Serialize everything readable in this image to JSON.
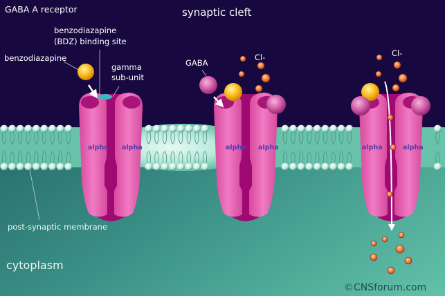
{
  "title": "GABA A receptor",
  "regions": {
    "synaptic_cleft": "synaptic cleft",
    "cytoplasm": "cytoplasm",
    "membrane": "post-synaptic membrane"
  },
  "labels": {
    "benzodiazapine": "benzodiazapine",
    "bdz_site_line1": "benzodiazapine",
    "bdz_site_line2": "(BDZ) binding site",
    "gamma_line1": "gamma",
    "gamma_line2": "sub-unit",
    "gaba": "GABA",
    "cl_1": "Cl-",
    "cl_2": "Cl-"
  },
  "subunits": {
    "r1_left": "alpha",
    "r1_right": "alpha",
    "r2_left": "alpha",
    "r2_right": "alpha",
    "r3_left": "alpha",
    "r3_right": "alpha"
  },
  "copyright": "©CNSforum.com",
  "colors": {
    "cleft_bg": "#17093f",
    "cytoplasm_top": "#1f5f63",
    "cytoplasm_bottom": "#5cb9a2",
    "membrane": "#69c3ab",
    "lipid_head": "#d8f3ea",
    "receptor": "#e056a8",
    "receptor_dark": "#9e0a72",
    "gaba": "#c8559f",
    "bdz": "#f7b21a",
    "chloride": "#ef7a3a",
    "binding_site": "#3fb7c2"
  }
}
